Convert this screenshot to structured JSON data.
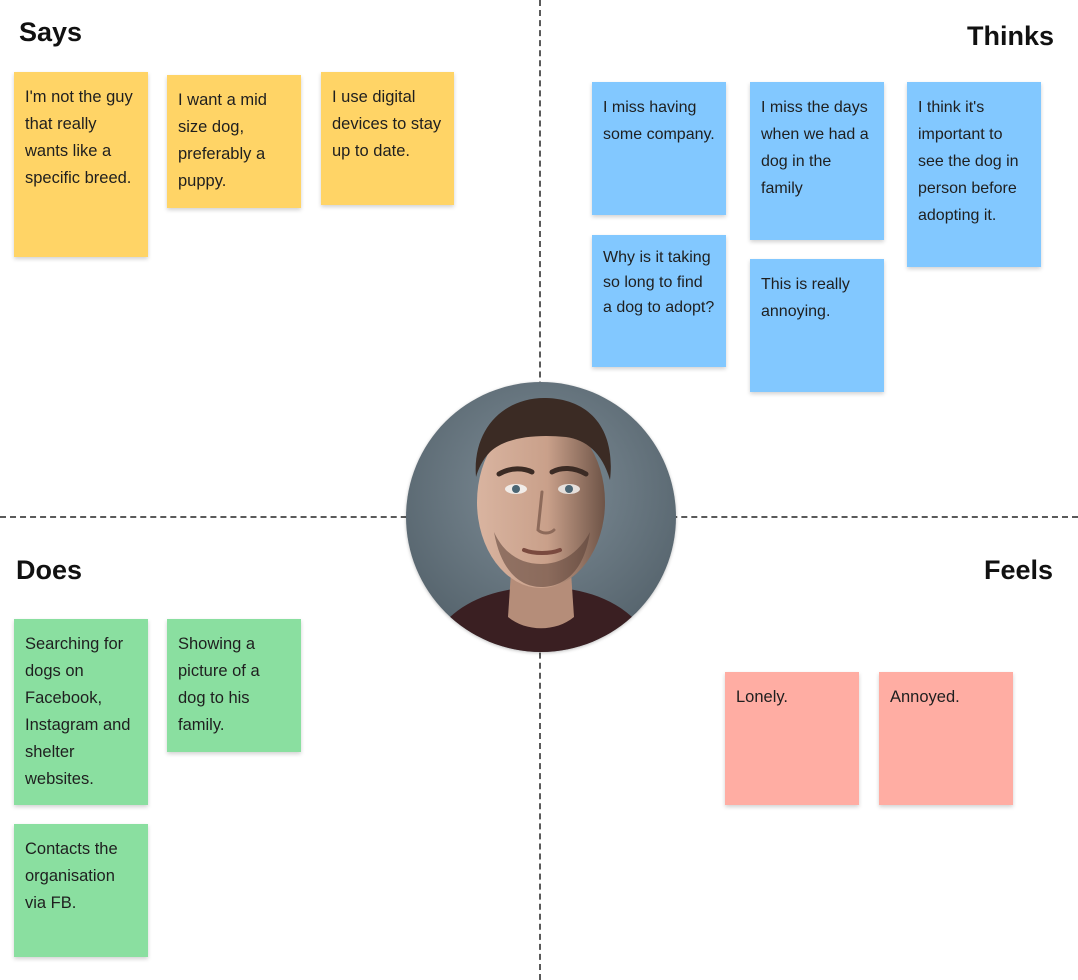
{
  "quadrants": {
    "says": "Says",
    "thinks": "Thinks",
    "does": "Does",
    "feels": "Feels"
  },
  "colors": {
    "says": "#FFD466",
    "thinks": "#82C8FF",
    "does": "#8ADFA0",
    "feels": "#FFADA3",
    "divider": "#5A5A5A"
  },
  "says_notes": [
    "I'm not the guy that really wants like a specific breed.",
    "I want a mid size dog, preferably a puppy.",
    "I use digital devices to stay up to date."
  ],
  "thinks_notes": [
    "I miss having some company.",
    "I miss the days when we had a dog in the family",
    "I think it's important to see the dog in person before adopting it.",
    "Why is it taking so long to find a dog to adopt?",
    "This is really annoying."
  ],
  "does_notes": [
    "Searching for dogs on Facebook, Instagram and shelter websites.",
    "Showing a picture of a dog to his family.",
    "Contacts the organisation via FB."
  ],
  "feels_notes": [
    "Lonely.",
    "Annoyed."
  ],
  "persona": {
    "image": "user-portrait"
  }
}
